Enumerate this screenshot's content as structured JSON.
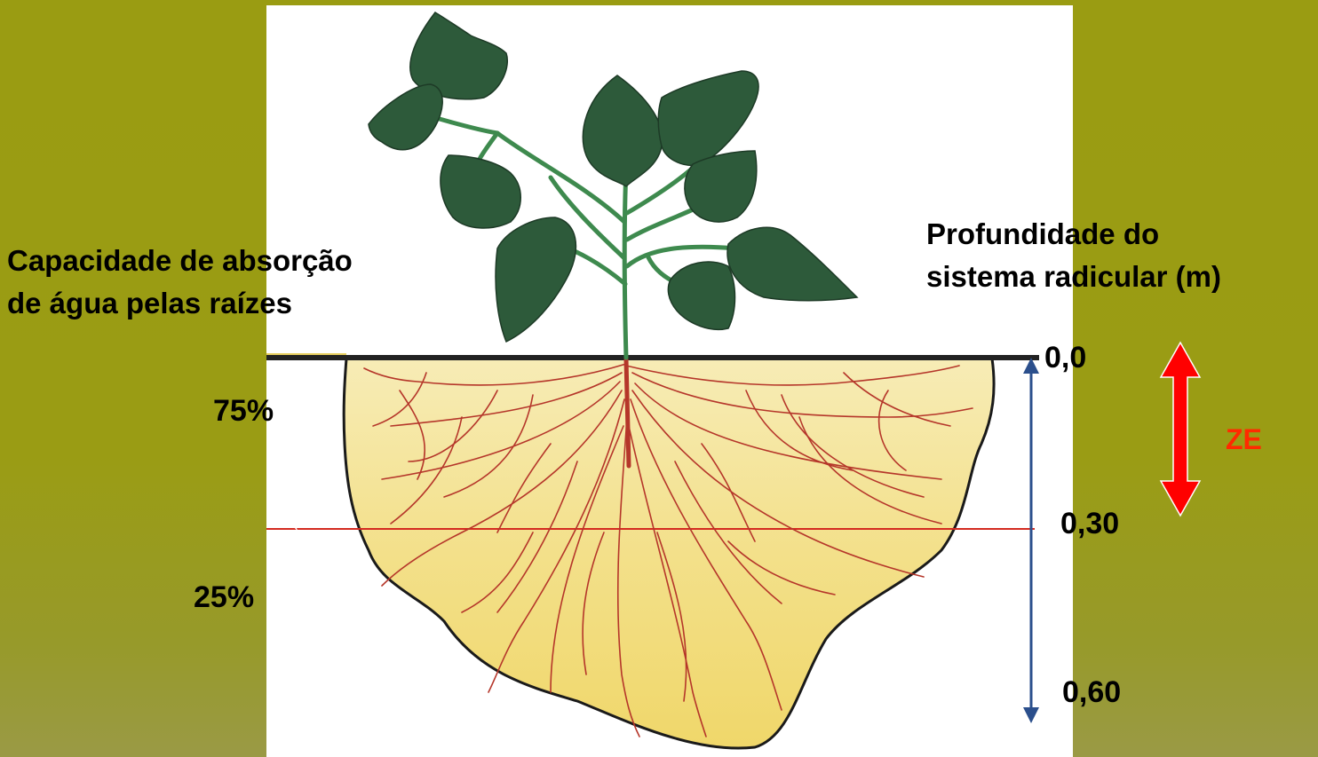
{
  "left_title": {
    "line1": "Capacidade de absorção",
    "line2": "de água pelas raízes"
  },
  "right_title": {
    "line1": "Profundidade do",
    "line2": "sistema radicular (m)"
  },
  "percentages": {
    "upper": "75%",
    "lower": "25%"
  },
  "depth_ticks": {
    "top": "0,0",
    "mid": "0,30",
    "bottom": "0,60"
  },
  "zone_label": "ZE",
  "colors": {
    "background": "#9a9c12",
    "soil": "#f2e08c",
    "roots": "#b5362a",
    "leaf": "#2d5a3a",
    "stem": "#3e8a4e",
    "depth_axis": "#2b4f8c",
    "boundary_line": "#d42a20",
    "ze_arrow": "#ff0000"
  },
  "icons": [
    "plant-illustration",
    "depth-arrow-icon",
    "ze-double-arrow-icon"
  ]
}
